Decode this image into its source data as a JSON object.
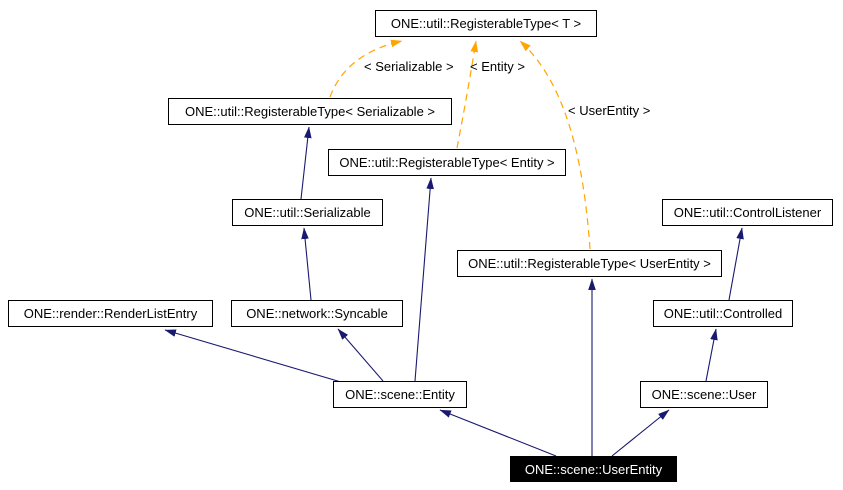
{
  "diagram": {
    "nodes": {
      "registerable_type_t": {
        "label": "ONE::util::RegisterableType< T >"
      },
      "registerable_type_serializable": {
        "label": "ONE::util::RegisterableType< Serializable >"
      },
      "registerable_type_entity": {
        "label": "ONE::util::RegisterableType< Entity >"
      },
      "serializable": {
        "label": "ONE::util::Serializable"
      },
      "control_listener": {
        "label": "ONE::util::ControlListener"
      },
      "registerable_type_user_entity": {
        "label": "ONE::util::RegisterableType< UserEntity >"
      },
      "render_list_entry": {
        "label": "ONE::render::RenderListEntry"
      },
      "syncable": {
        "label": "ONE::network::Syncable"
      },
      "controlled": {
        "label": "ONE::util::Controlled"
      },
      "entity": {
        "label": "ONE::scene::Entity"
      },
      "user": {
        "label": "ONE::scene::User"
      },
      "user_entity": {
        "label": "ONE::scene::UserEntity"
      }
    },
    "edge_labels": {
      "serializable": "< Serializable >",
      "entity": "< Entity >",
      "user_entity": "< UserEntity >"
    },
    "colors": {
      "background": "#ffffff",
      "node_border": "#000000",
      "node_fill": "#ffffff",
      "node_text": "#000000",
      "selected_node_fill": "#000000",
      "selected_node_text": "#ffffff",
      "inheritance_edge": "#191970",
      "template_edge": "#ffa500"
    }
  }
}
